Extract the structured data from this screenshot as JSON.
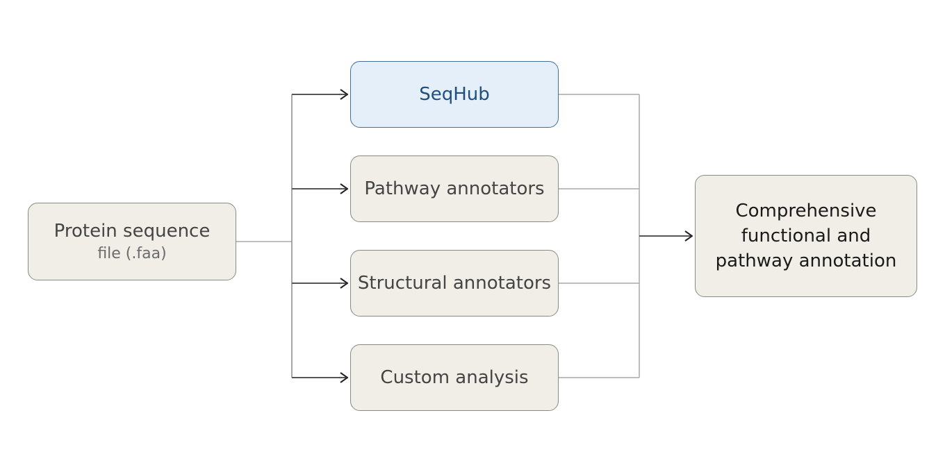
{
  "input": {
    "title": "Protein sequence",
    "subtitle": "file (.faa)"
  },
  "tools": [
    {
      "label": "SeqHub",
      "highlight": true,
      "color": "#1f4f7d"
    },
    {
      "label": "Pathway annotators",
      "highlight": false
    },
    {
      "label": "Structural annotators",
      "highlight": false
    },
    {
      "label": "Custom analysis",
      "highlight": false
    }
  ],
  "output": {
    "lines": [
      "Comprehensive",
      "functional and",
      "pathway annotation"
    ]
  },
  "colors": {
    "node_fill": "#f1eee7",
    "hub_fill": "#e4eff9",
    "connector": "#a8a8a8",
    "arrow": "#555555"
  }
}
